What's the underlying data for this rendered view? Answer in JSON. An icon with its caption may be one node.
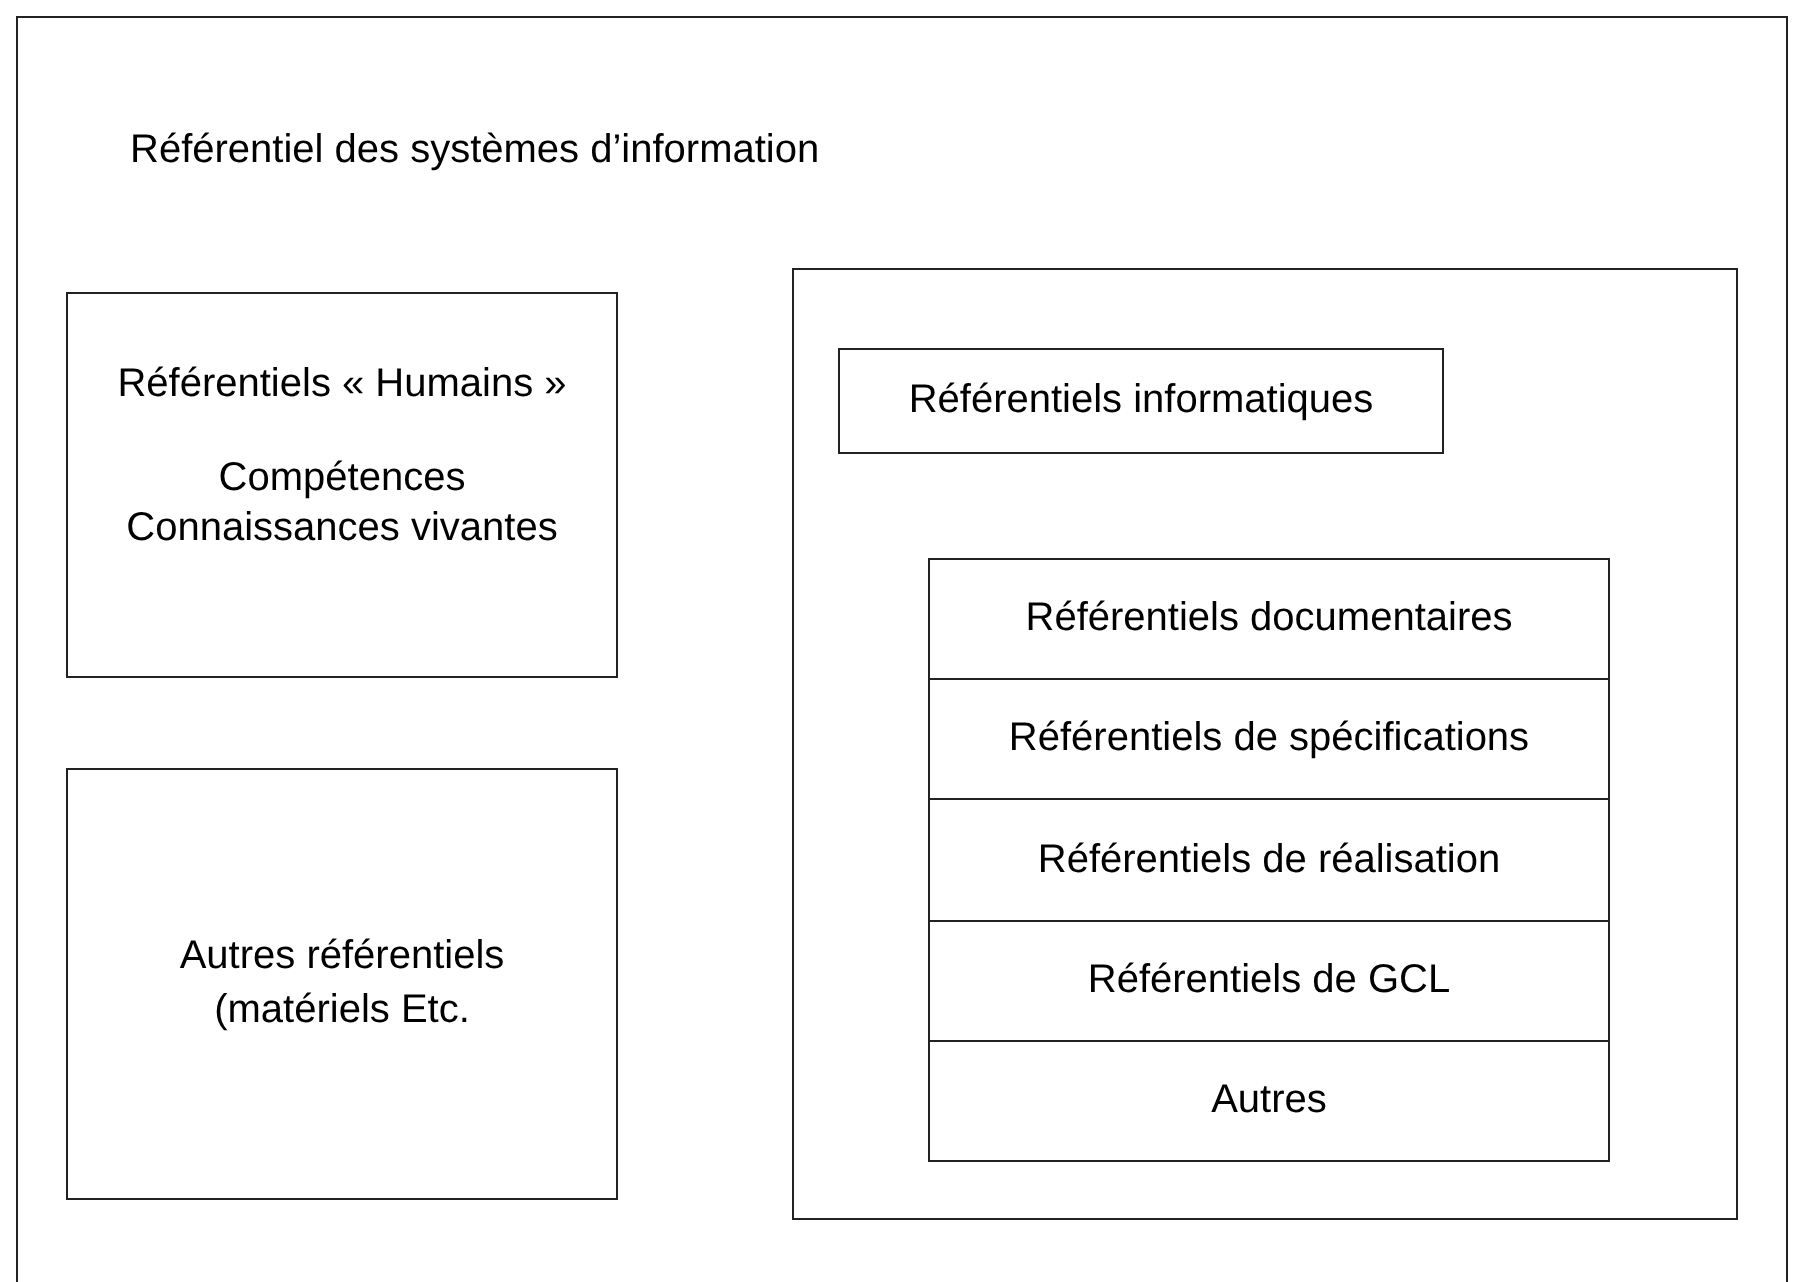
{
  "diagram": {
    "nodes": [
      {
        "text": [
          "Référentiel des systèmes d’information"
        ]
      },
      {
        "text": [
          "Référentiels « Humains »",
          "Compétences Connaissances vivantes"
        ],
        "in": 0
      },
      {
        "text": [
          "Autres référentiels (matériels Etc."
        ],
        "in": 0
      },
      {
        "text": [],
        "shape": "box",
        "in": 0
      },
      {
        "text": [
          "Référentiels informatiques"
        ],
        "in": 3
      },
      {
        "text": [
          "Référentiels documentaires"
        ],
        "in": 3
      },
      {
        "text": [
          "Référentiels de spécifications"
        ],
        "in": 3
      },
      {
        "text": [
          "Référentiels de réalisation"
        ],
        "in": 3
      },
      {
        "text": [
          "Référentiels de GCL"
        ],
        "in": 3
      },
      {
        "text": [
          "Autres"
        ],
        "in": 3
      }
    ]
  }
}
